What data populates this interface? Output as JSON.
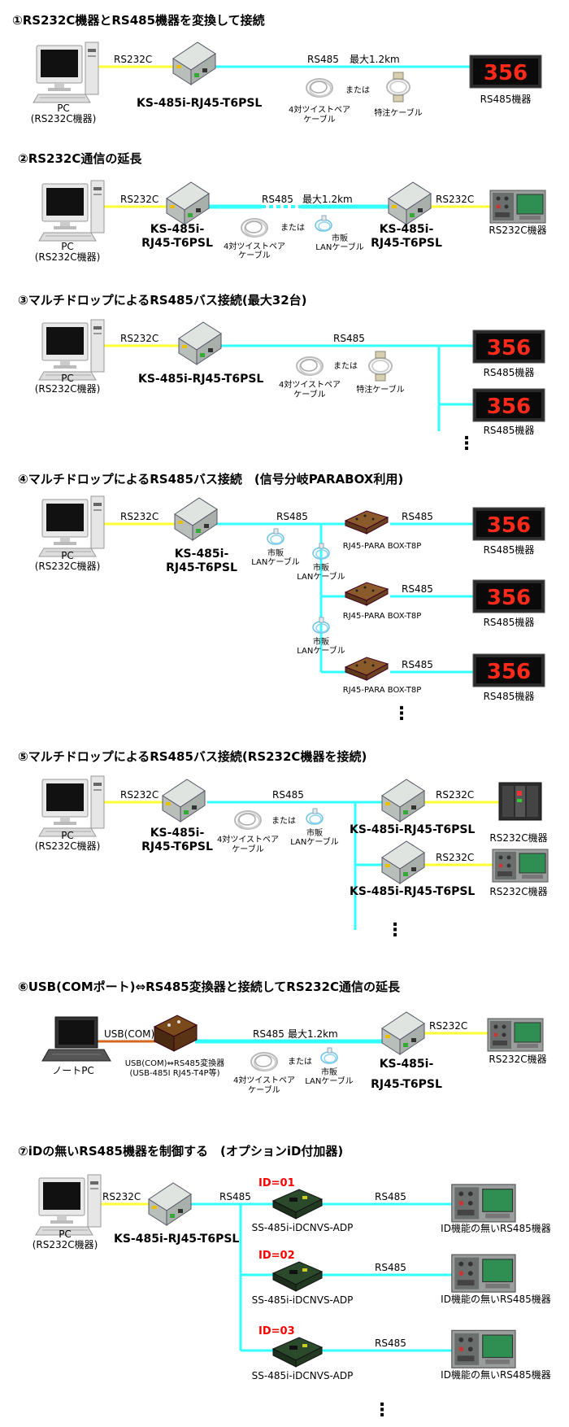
{
  "colors": {
    "rs232c": "#ffff33",
    "rs485": "#33ffff",
    "usb": "#d2691e",
    "id_label": "#ff0000",
    "display_digit": "#ff2a1a"
  },
  "display_value": "356",
  "sections": [
    {
      "title": "①RS232C機器とRS485機器を変換して接続",
      "labels": {
        "pc": "PC",
        "pc_sub": "(RS232C機器)",
        "rs232c": "RS232C",
        "rs485": "RS485",
        "distance": "最大1.2km",
        "converter": "KS-485i-RJ45-T6PSL",
        "or": "または",
        "twisted": "4対ツイストペア",
        "cable": "ケーブル",
        "special_cable": "特注ケーブル",
        "device": "RS485機器"
      }
    },
    {
      "title": "②RS232C通信の延長",
      "labels": {
        "pc": "PC",
        "pc_sub": "(RS232C機器)",
        "rs232c_a": "RS232C",
        "rs485": "RS485",
        "distance": "最大1.2km",
        "conv_a1": "KS-485i-",
        "conv_a2": "RJ45-T6PSL",
        "or": "または",
        "twisted": "4対ツイストペア",
        "cable": "ケーブル",
        "shihan": "市販",
        "lan_cable": "LANケーブル",
        "conv_b1": "KS-485i-",
        "conv_b2": "RJ45-T6PSL",
        "rs232c_b": "RS232C",
        "device": "RS232C機器"
      }
    },
    {
      "title": "③マルチドロップによるRS485バス接続(最大32台)",
      "labels": {
        "pc": "PC",
        "pc_sub": "(RS232C機器)",
        "rs232c": "RS232C",
        "rs485": "RS485",
        "converter": "KS-485i-RJ45-T6PSL",
        "or": "または",
        "twisted": "4対ツイストペア",
        "cable": "ケーブル",
        "special_cable": "特注ケーブル",
        "device_a": "RS485機器",
        "device_b": "RS485機器",
        "more": "⋮"
      }
    },
    {
      "title": "④マルチドロップによるRS485バス接続　(信号分岐PARABOX利用)",
      "labels": {
        "pc": "PC",
        "pc_sub": "(RS232C機器)",
        "rs232c": "RS232C",
        "rs485": "RS485",
        "conv1": "KS-485i-",
        "conv2": "RJ45-T6PSL",
        "shihan": "市販",
        "lan_cable": "LANケーブル",
        "parabox": "RJ45-PARA BOX-T8P",
        "branch_rs485": "RS485",
        "device": "RS485機器",
        "more": "⋮"
      }
    },
    {
      "title": "⑤マルチドロップによるRS485バス接続(RS232C機器を接続)",
      "labels": {
        "pc": "PC",
        "pc_sub": "(RS232C機器)",
        "rs232c": "RS232C",
        "rs485": "RS485",
        "conv1": "KS-485i-",
        "conv2": "RJ45-T6PSL",
        "or": "または",
        "twisted": "4対ツイストペア",
        "cable": "ケーブル",
        "shihan": "市販",
        "lan_cable": "LANケーブル",
        "remote_conv": "KS-485i-RJ45-T6PSL",
        "branch_rs232c": "RS232C",
        "device": "RS232C機器",
        "more": "⋮"
      }
    },
    {
      "title": "⑥USB(COMポート)⇔RS485変換器と接続してRS232C通信の延長",
      "labels": {
        "notepc": "ノートPC",
        "usb": "USB(COM)",
        "usbconv1": "USB(COM)⇔RS485変換器",
        "usbconv2": "(USB-485I RJ45-T4P等)",
        "rs485": "RS485",
        "distance": "最大1.2km",
        "or": "または",
        "twisted": "4対ツイストペア",
        "cable": "ケーブル",
        "shihan": "市販",
        "lan_cable": "LANケーブル",
        "conv1": "KS-485i-",
        "conv2": "RJ45-T6PSL",
        "rs232c": "RS232C",
        "device": "RS232C機器"
      }
    },
    {
      "title": "⑦iDの無いRS485機器を制御する　(オプションiD付加器)",
      "labels": {
        "pc": "PC",
        "pc_sub": "(RS232C機器)",
        "rs232c": "RS232C",
        "rs485": "RS485",
        "converter": "KS-485i-RJ45-T6PSL",
        "ids": [
          "ID=01",
          "ID=02",
          "ID=03"
        ],
        "adapter": "SS-485i-iDCNVS-ADP",
        "branch_rs485": "RS485",
        "device": "ID機能の無いRS485機器",
        "more": "⋮"
      }
    }
  ]
}
